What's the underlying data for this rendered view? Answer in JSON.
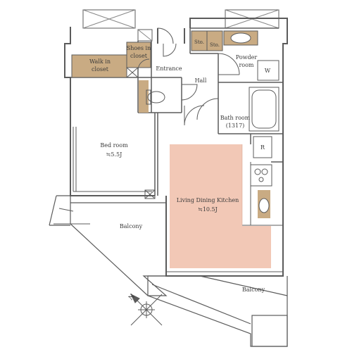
{
  "rooms": {
    "walk_in_closet": [
      "Walk in",
      "closet"
    ],
    "shoes_in_closet": [
      "Shoes in",
      "closet"
    ],
    "entrance": "Entrance",
    "hall": "Hall",
    "storage_1": "Sto.",
    "storage_2": "Sto.",
    "powder_room": [
      "Powder",
      "room"
    ],
    "washer": "W",
    "bath_room": [
      "Bath room",
      "(1317)"
    ],
    "bed_room": [
      "Bed room",
      "≒5.5J"
    ],
    "refrigerator": "R",
    "ldk": [
      "Living Dining Kitchen",
      "≒10.5J"
    ],
    "balcony_left": "Balcony",
    "balcony_bottom": "Balcony"
  },
  "compass": {
    "north_label": "N"
  },
  "colors": {
    "ldk_floor": "#f2c8b6",
    "storage_fill": "#c9ab83",
    "wall": "#5b5b5b"
  }
}
